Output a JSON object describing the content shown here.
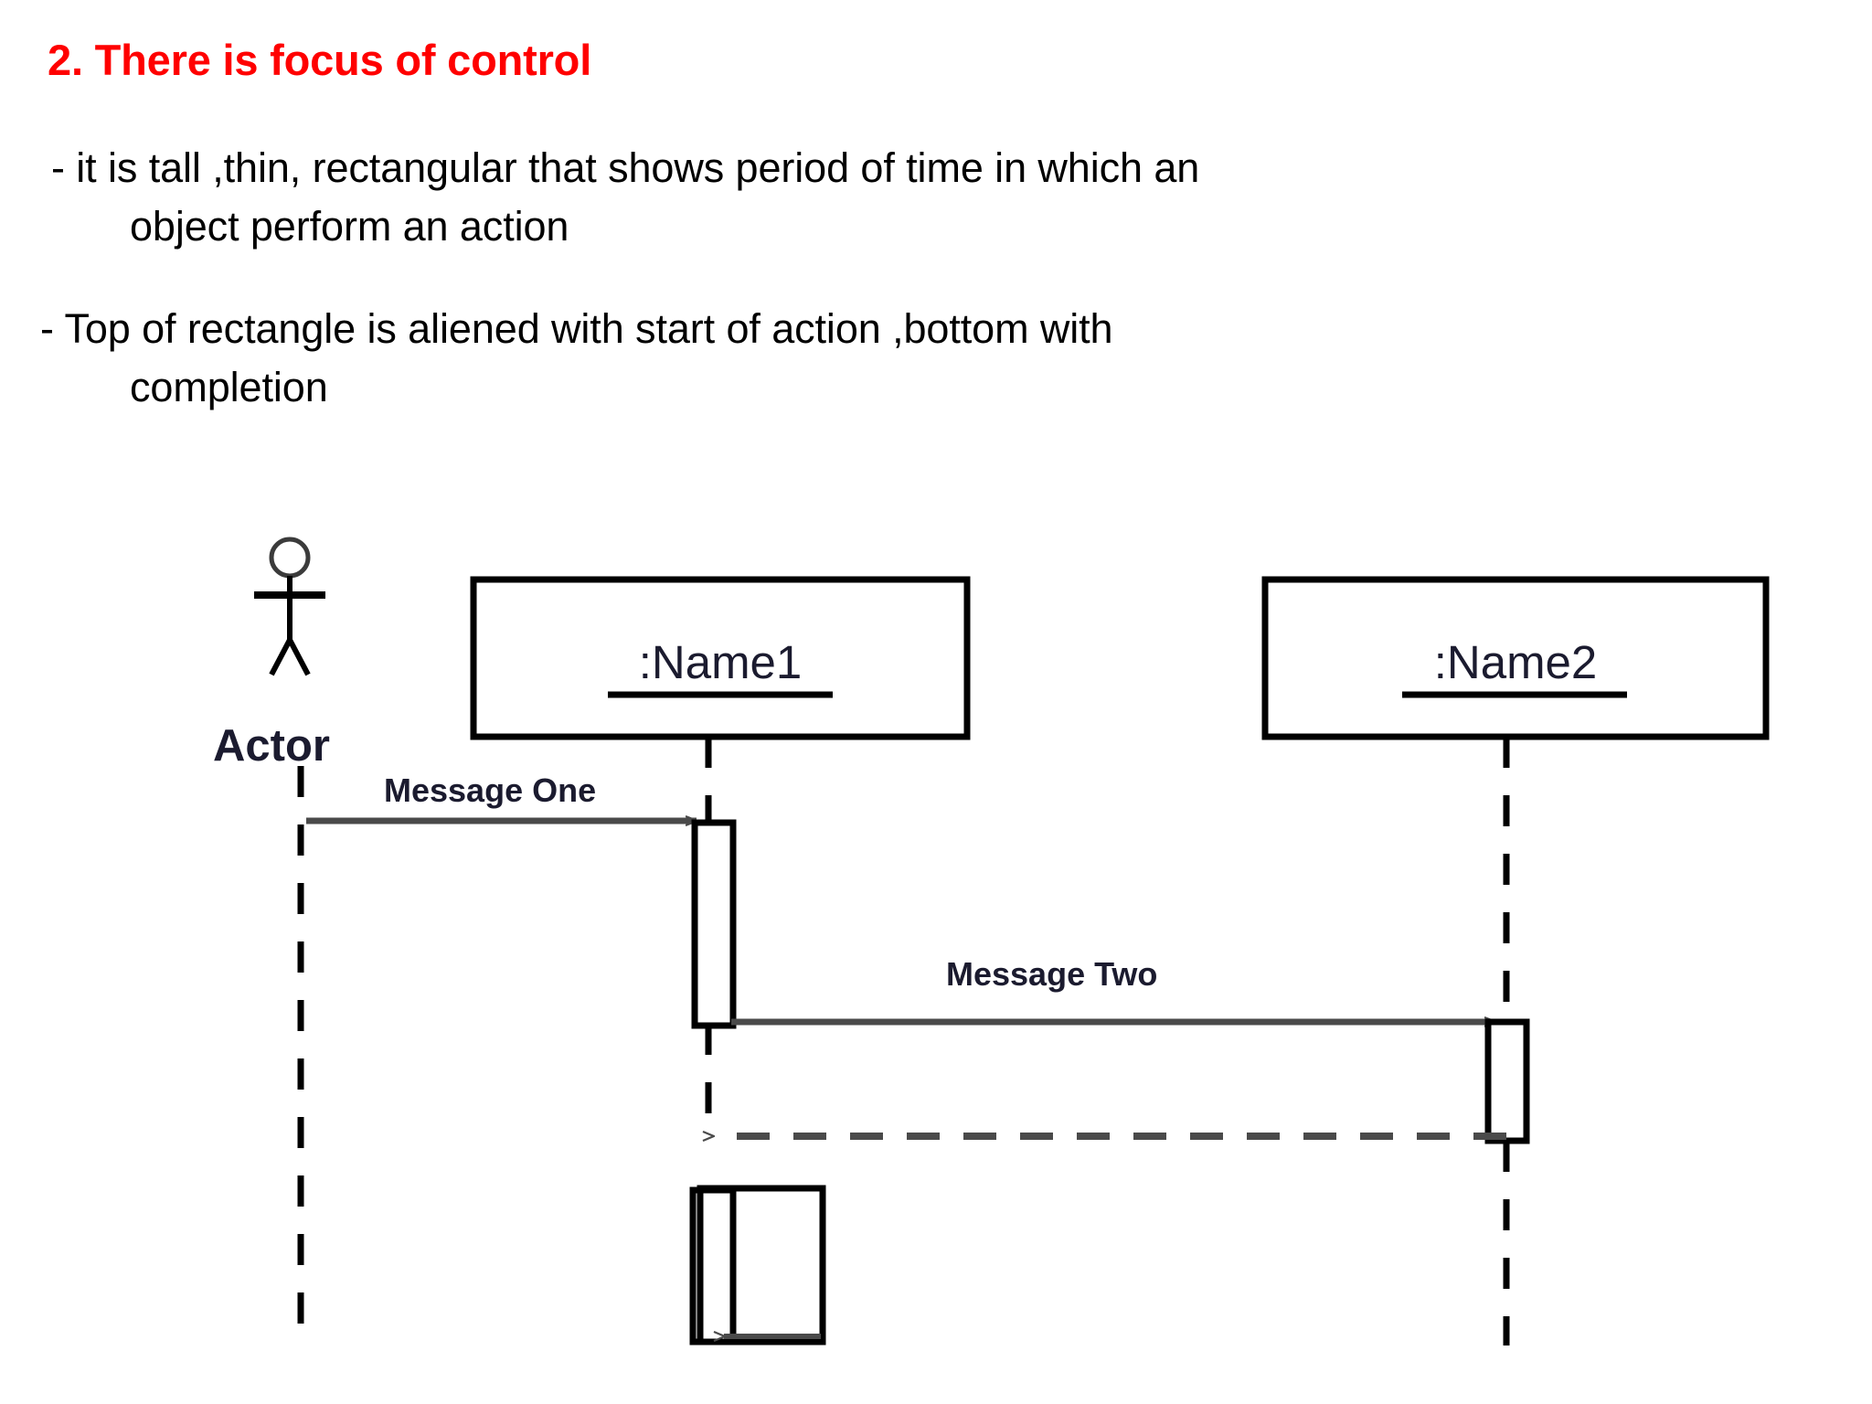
{
  "slide": {
    "title": "2. There is focus of control",
    "title_color": "#ff0000",
    "bullets": [
      {
        "line1": "- it is tall ,thin, rectangular that shows period of time in which an",
        "line2": "object perform an action"
      },
      {
        "line1": "-  Top of rectangle is aliened with start of action ,bottom with",
        "line2": "completion"
      }
    ]
  },
  "diagram": {
    "type": "uml-sequence-diagram",
    "actor": {
      "label": "Actor",
      "icon": "stick-figure-actor-icon"
    },
    "lifelines": [
      {
        "id": "actor",
        "label": "Actor",
        "kind": "actor"
      },
      {
        "id": "name1",
        "label": ":Name1",
        "kind": "object-box"
      },
      {
        "id": "name2",
        "label": ":Name2",
        "kind": "object-box"
      }
    ],
    "messages": [
      {
        "label": "Message One",
        "from": "actor",
        "to": "name1",
        "style": "solid",
        "direction": "right"
      },
      {
        "label": "Message Two",
        "from": "name1",
        "to": "name2",
        "style": "solid",
        "direction": "right"
      },
      {
        "label": "",
        "from": "name2",
        "to": "name1",
        "style": "dashed",
        "direction": "left"
      },
      {
        "label": "",
        "from": "name1",
        "to": "name1",
        "style": "self-call",
        "direction": "left"
      }
    ],
    "activations": [
      {
        "lifeline": "name1",
        "note": "focus of control bar"
      },
      {
        "lifeline": "name2",
        "note": "focus of control bar"
      },
      {
        "lifeline": "name1",
        "note": "nested focus of control bar"
      }
    ],
    "colors": {
      "line": "#000000",
      "text": "#1b1b2f",
      "background": "#ffffff"
    }
  }
}
